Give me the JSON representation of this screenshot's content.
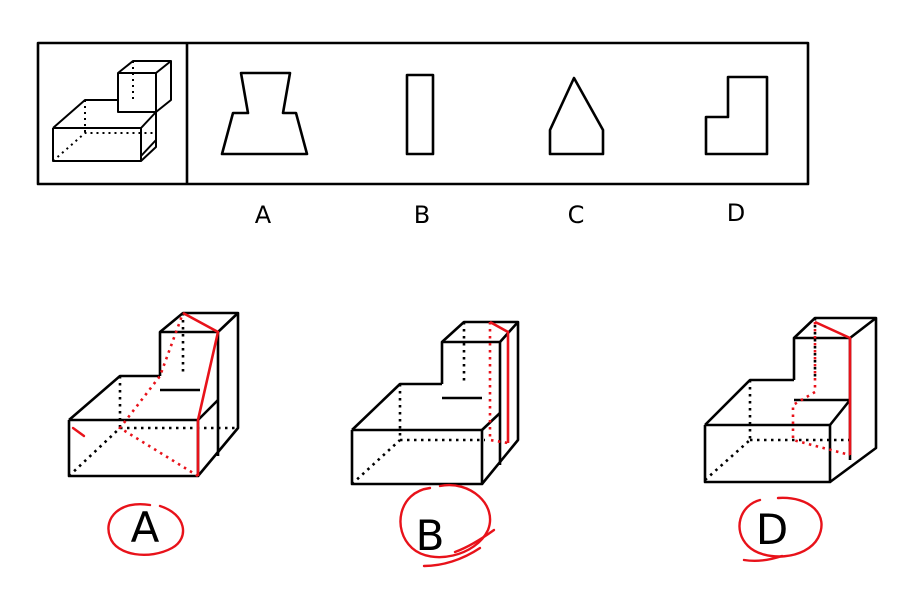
{
  "options": [
    {
      "key": "A",
      "label": "A"
    },
    {
      "key": "B",
      "label": "B"
    },
    {
      "key": "C",
      "label": "C"
    },
    {
      "key": "D",
      "label": "D"
    }
  ],
  "answers": [
    {
      "key": "A",
      "label": "A"
    },
    {
      "key": "B",
      "label": "B"
    },
    {
      "key": "D",
      "label": "D"
    }
  ],
  "colors": {
    "ink": "#000000",
    "mark": "#e8121a",
    "background": "#ffffff"
  }
}
